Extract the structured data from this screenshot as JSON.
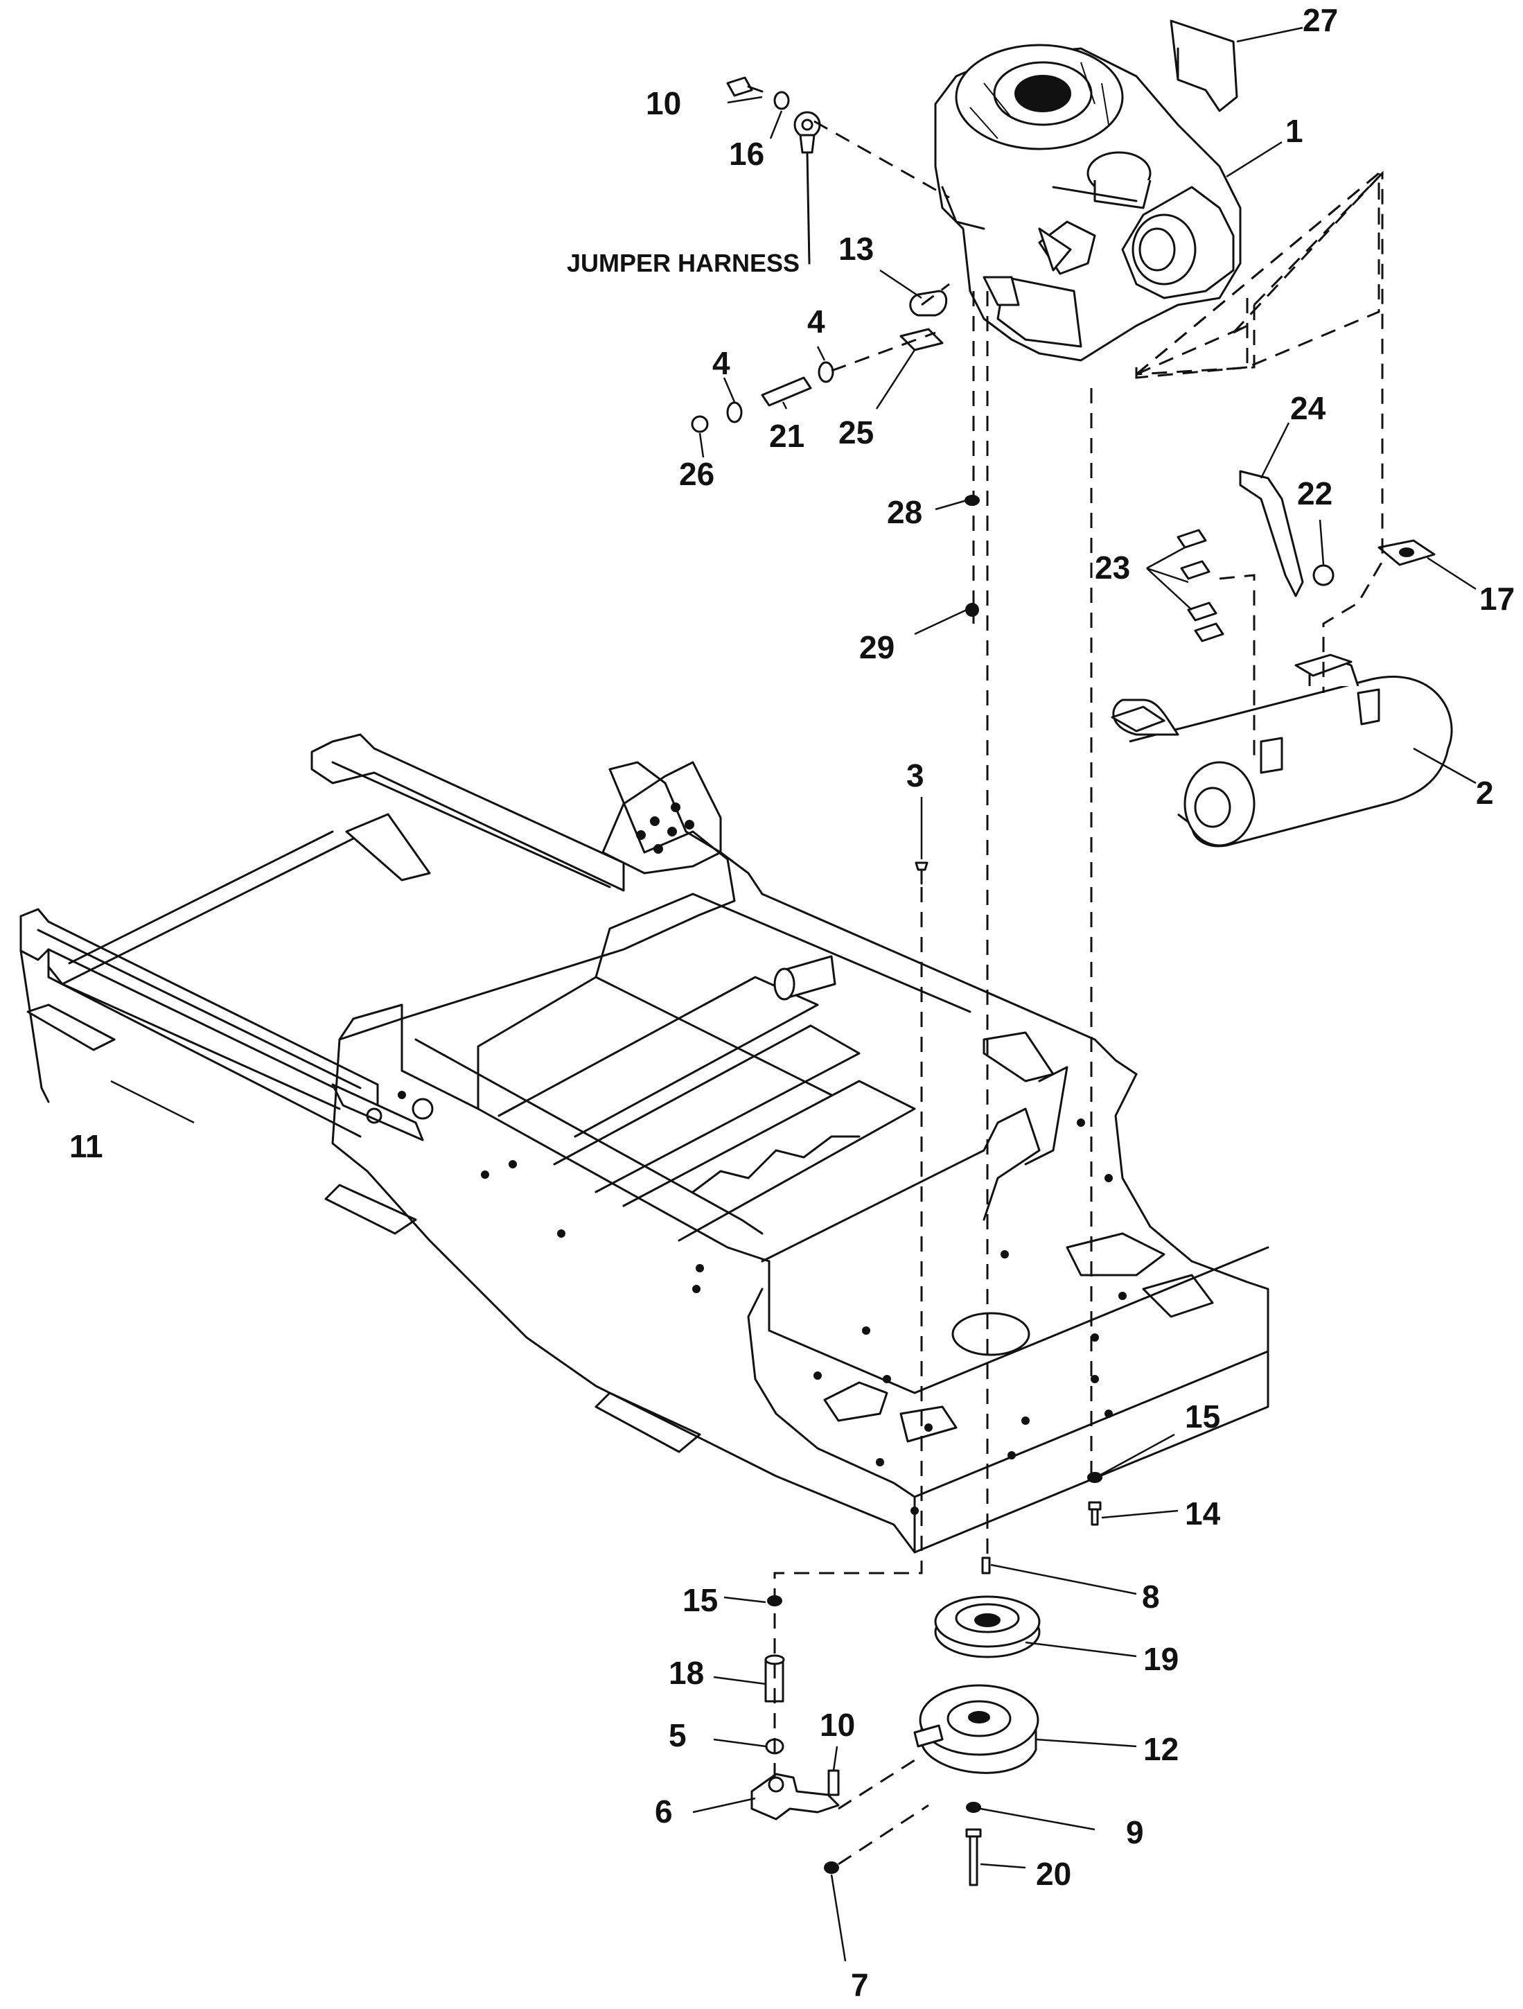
{
  "diagram": {
    "note_label": "JUMPER HARNESS",
    "callouts": [
      {
        "id": "engine",
        "label": "1"
      },
      {
        "id": "muffler",
        "label": "2"
      },
      {
        "id": "bolt-3",
        "label": "3"
      },
      {
        "id": "washer-4a",
        "label": "4"
      },
      {
        "id": "washer-4b",
        "label": "4"
      },
      {
        "id": "nut-5",
        "label": "5"
      },
      {
        "id": "bracket-6",
        "label": "6"
      },
      {
        "id": "nut-7",
        "label": "7"
      },
      {
        "id": "key-8",
        "label": "8"
      },
      {
        "id": "washer-9",
        "label": "9"
      },
      {
        "id": "bolt-10-top",
        "label": "10"
      },
      {
        "id": "bolt-10-bottom",
        "label": "10"
      },
      {
        "id": "frame-11",
        "label": "11"
      },
      {
        "id": "clutch-12",
        "label": "12"
      },
      {
        "id": "clip-13",
        "label": "13"
      },
      {
        "id": "bolt-14",
        "label": "14"
      },
      {
        "id": "washer-15-right",
        "label": "15"
      },
      {
        "id": "washer-15-left",
        "label": "15"
      },
      {
        "id": "washer-16",
        "label": "16"
      },
      {
        "id": "gasket-17",
        "label": "17"
      },
      {
        "id": "spacer-18",
        "label": "18"
      },
      {
        "id": "pulley-19",
        "label": "19"
      },
      {
        "id": "bolt-20",
        "label": "20"
      },
      {
        "id": "hose-21",
        "label": "21"
      },
      {
        "id": "nut-22",
        "label": "22"
      },
      {
        "id": "bolts-23",
        "label": "23"
      },
      {
        "id": "bracket-24",
        "label": "24"
      },
      {
        "id": "fitting-25",
        "label": "25"
      },
      {
        "id": "cap-26",
        "label": "26"
      },
      {
        "id": "shield-27",
        "label": "27"
      },
      {
        "id": "washer-28",
        "label": "28"
      },
      {
        "id": "nut-29",
        "label": "29"
      }
    ]
  }
}
